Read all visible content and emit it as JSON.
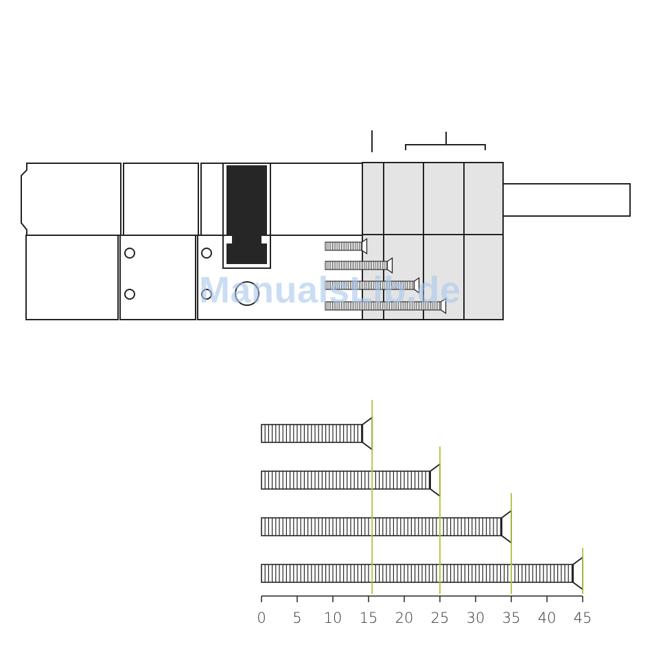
{
  "diagram": {
    "watermark": "ManualsLib.de",
    "colors": {
      "outline": "#222222",
      "shade": "#e4e4e4",
      "cam": "#262626",
      "measure_line": "#a9c43c",
      "watermark": "#a9c8ee"
    },
    "screw_scale": {
      "unit_ticks": [
        0,
        5,
        10,
        15,
        20,
        25,
        30,
        35,
        40,
        45
      ],
      "tick_labels": [
        "0",
        "5",
        "10",
        "15",
        "20",
        "25",
        "30",
        "35",
        "40",
        "45"
      ],
      "screws": [
        {
          "length": 15.5
        },
        {
          "length": 25
        },
        {
          "length": 35
        },
        {
          "length": 45
        }
      ]
    }
  }
}
